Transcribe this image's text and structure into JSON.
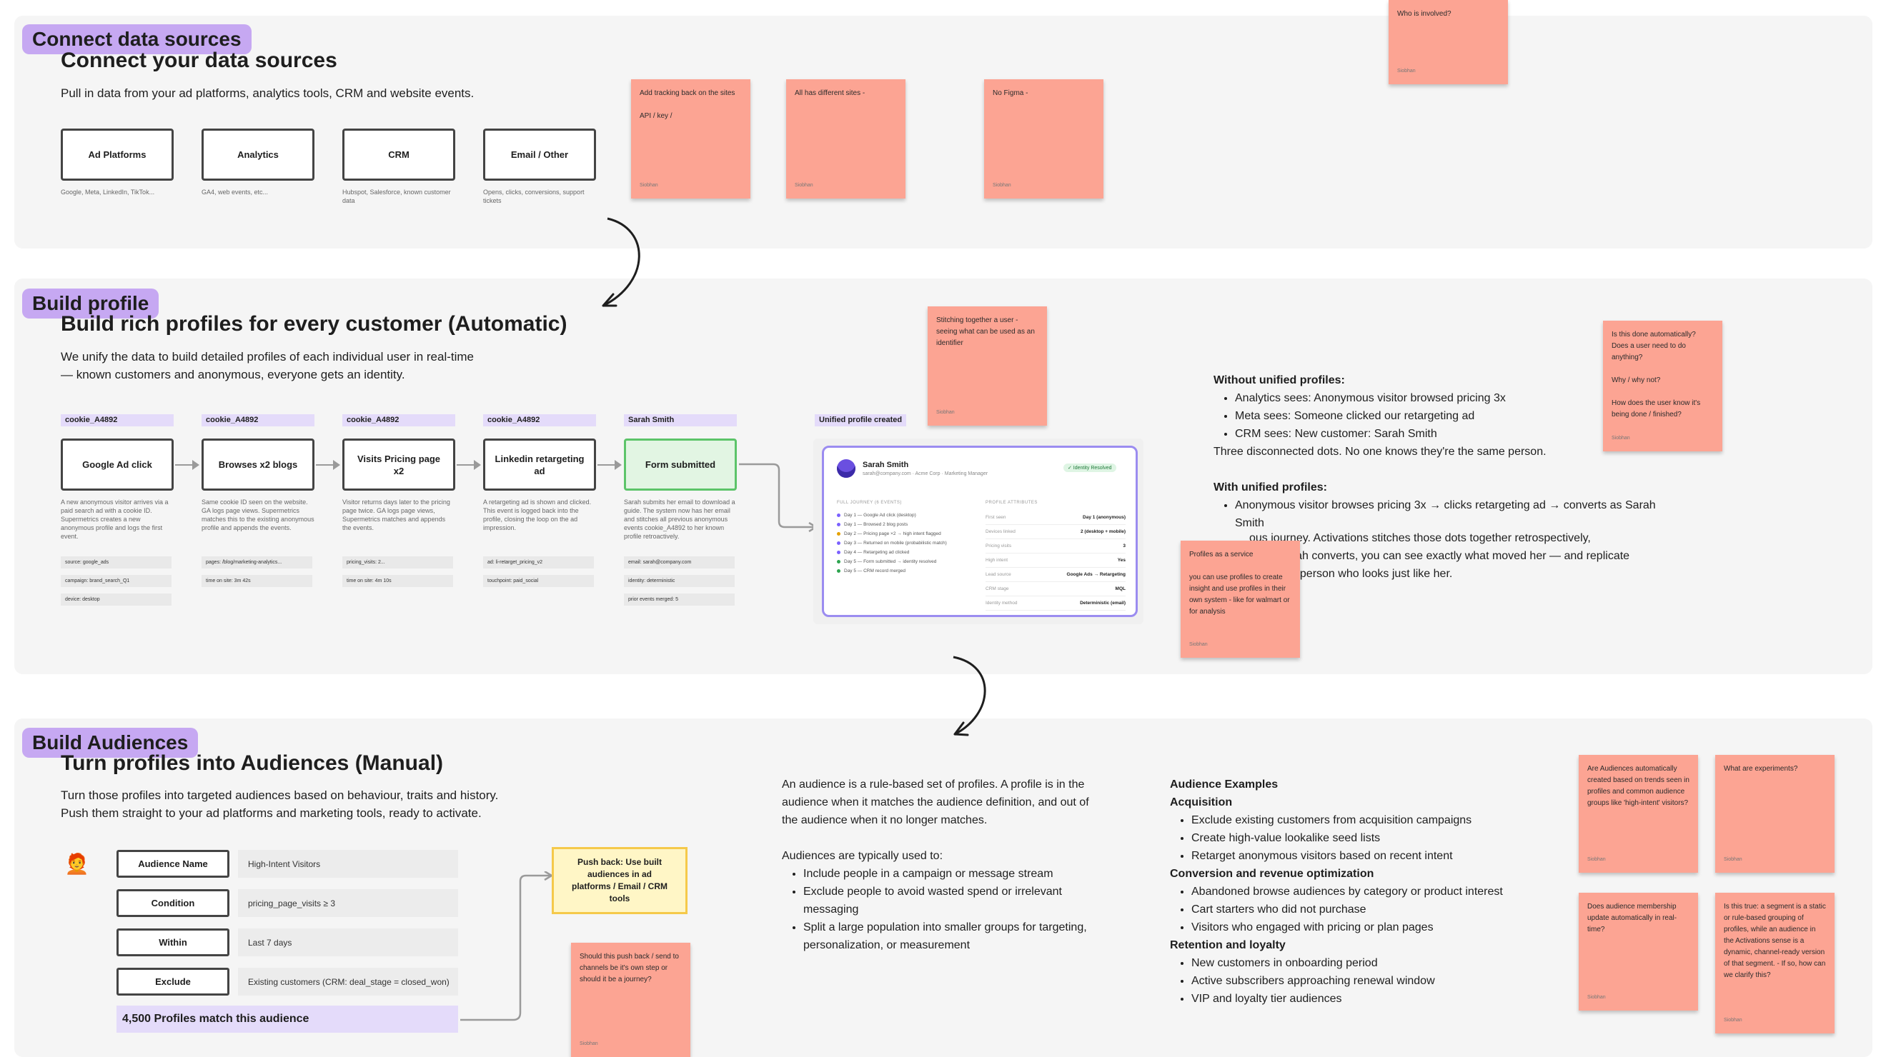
{
  "sections": {
    "connect": {
      "tag": "Connect data sources",
      "title": "Connect your data sources",
      "description": "Pull in data from your ad platforms, analytics tools, CRM and website events.",
      "sources": [
        {
          "label": "Ad Platforms",
          "sub": "Google, Meta, LinkedIn, TikTok..."
        },
        {
          "label": "Analytics",
          "sub": "GA4, web events, etc..."
        },
        {
          "label": "CRM",
          "sub": "Hubspot, Salesforce, known customer data"
        },
        {
          "label": "Email / Other",
          "sub": "Opens, clicks, conversions, support tickets"
        }
      ]
    },
    "build_profile": {
      "tag": "Build profile",
      "title": "Build rich profiles for every customer (Automatic)",
      "description": "We unify the data to build detailed profiles of each individual user in real-time — known customers and anonymous, everyone gets an identity.",
      "steps": [
        {
          "chip": "cookie_A4892",
          "label": "Google Ad click",
          "desc": "A new anonymous visitor arrives via a paid search ad with a cookie ID. Supermetrics creates a new anonymous profile and logs the first event.",
          "attrs": [
            "source: google_ads",
            "campaign: brand_search_Q1",
            "device: desktop"
          ]
        },
        {
          "chip": "cookie_A4892",
          "label": "Browses x2 blogs",
          "desc": "Same cookie ID seen on the website. GA logs page views. Supermetrics matches this to the existing anonymous profile and appends the events.",
          "attrs": [
            "pages: /blog/marketing-analytics...",
            "time on site: 3m 42s"
          ]
        },
        {
          "chip": "cookie_A4892",
          "label": "Visits Pricing page x2",
          "desc": "Visitor returns days later to the pricing page twice. GA logs page views, Supermetrics matches and appends the events.",
          "attrs": [
            "pricing_visits: 2...",
            "time on site: 4m 10s"
          ]
        },
        {
          "chip": "cookie_A4892",
          "label": "Linkedin retargeting ad",
          "desc": "A retargeting ad is shown and clicked. This event is logged back into the profile, closing the loop on the ad impression.",
          "attrs": [
            "ad: li-retarget_pricing_v2",
            "touchpoint: paid_social"
          ]
        },
        {
          "chip": "Sarah Smith",
          "label": "Form submitted",
          "desc": "Sarah submits her email to download a guide. The system now has her email and stitches all previous anonymous events cookie_A4892 to her known profile retroactively.",
          "attrs": [
            "email: sarah@company.com",
            "identity: deterministic",
            "prior events merged: 5"
          ]
        }
      ],
      "profile_card": {
        "chip": "Unified profile created",
        "name": "Sarah Smith",
        "subtitle": "sarah@company.com · Acme Corp · Marketing Manager",
        "badge": "✓ Identity Resolved",
        "journey_title": "FULL JOURNEY (6 EVENTS)",
        "journey": [
          {
            "text": "Day 1 — Google Ad click (desktop)",
            "color": "#7b61ff"
          },
          {
            "text": "Day 1 — Browsed 2 blog posts",
            "color": "#7b61ff"
          },
          {
            "text": "Day 2 — Pricing page ×2 → high intent flagged",
            "color": "#e5a100"
          },
          {
            "text": "Day 3 — Returned on mobile (probabilistic match)",
            "color": "#7b61ff"
          },
          {
            "text": "Day 4 — Retargeting ad clicked",
            "color": "#7b61ff"
          },
          {
            "text": "Day 5 — Form submitted → identity resolved",
            "color": "#2ea44f"
          },
          {
            "text": "Day 5 — CRM record merged",
            "color": "#2ea44f"
          }
        ],
        "attrs_title": "PROFILE ATTRIBUTES",
        "attributes": [
          {
            "k": "First seen",
            "v": "Day 1 (anonymous)"
          },
          {
            "k": "Devices linked",
            "v": "2 (desktop + mobile)"
          },
          {
            "k": "Pricing visits",
            "v": "3"
          },
          {
            "k": "High intent",
            "v": "Yes"
          },
          {
            "k": "Lead source",
            "v": "Google Ads → Retargeting"
          },
          {
            "k": "CRM stage",
            "v": "MQL"
          },
          {
            "k": "Identity method",
            "v": "Deterministic (email)"
          }
        ]
      },
      "without_title": "Without unified profiles:",
      "without_items": [
        "Analytics sees: Anonymous visitor browsed pricing 3x",
        "Meta sees: Someone clicked our retargeting ad",
        "CRM sees: New customer: Sarah Smith"
      ],
      "without_summary": "Three disconnected dots. No one knows they're the same person.",
      "with_title": "With unified profiles:",
      "with_items": [
        "Anonymous visitor browses pricing 3x → clicks retargeting ad → converts as Sarah Smith"
      ],
      "with_line1": "ous journey. Activations stitches those dots together retrospectively,",
      "with_line2": "he Sarah converts, you can see exactly what moved her — and replicate",
      "with_line3": "t person who looks just like her."
    },
    "audiences": {
      "tag": "Build Audiences",
      "title": "Turn profiles into Audiences (Manual)",
      "description": "Turn those profiles into targeted audiences based on behaviour, traits and history. Push them straight to your ad platforms and marketing tools, ready to activate.",
      "avatar_emoji": "🧑‍🦰",
      "fields": [
        {
          "label": "Audience Name",
          "value": "High-Intent Visitors"
        },
        {
          "label": "Condition",
          "value": "pricing_page_visits ≥ 3"
        },
        {
          "label": "Within",
          "value": "Last 7 days"
        },
        {
          "label": "Exclude",
          "value": "Existing customers (CRM: deal_stage = closed_won)"
        }
      ],
      "match_text": "4,500 Profiles match this audience",
      "push_back": "Push back: Use built audiences in ad platforms / Email / CRM tools",
      "definition": "An audience is a rule-based set of profiles. A profile is in the audience when it matches the audience definition, and out of the audience when it no longer matches.",
      "uses_title": "Audiences are typically used to:",
      "uses": [
        "Include people in a campaign or message stream",
        "Exclude people to avoid wasted spend or irrelevant messaging",
        "Split a large population into smaller groups for targeting, personalization, or measurement"
      ],
      "examples_title": "Audience Examples",
      "groups": [
        {
          "title": "Acquisition",
          "items": [
            "Exclude existing customers from acquisition campaigns",
            "Create high-value lookalike seed lists",
            "Retarget anonymous visitors based on recent intent"
          ]
        },
        {
          "title": "Conversion and revenue optimization",
          "items": [
            "Abandoned browse audiences by category or product interest",
            "Cart starters who did not purchase",
            "Visitors who engaged with pricing or plan pages"
          ]
        },
        {
          "title": "Retention and loyalty",
          "items": [
            "New customers in onboarding period",
            "Active subscribers approaching renewal window",
            "VIP and loyalty tier audiences"
          ]
        }
      ]
    }
  },
  "stickies": [
    {
      "id": "who",
      "text": "Who is involved?",
      "author": "Siobhan"
    },
    {
      "id": "tracking",
      "text": "Add tracking back on the sites\n\nAPI / key /",
      "author": "Siobhan"
    },
    {
      "id": "sites",
      "text": "All has different sites -",
      "author": "Siobhan"
    },
    {
      "id": "figma",
      "text": "No Figma -",
      "author": "Siobhan"
    },
    {
      "id": "stitching",
      "text": "Stitching together a user - seeing what can be used as an identifier",
      "author": "Siobhan"
    },
    {
      "id": "automatic",
      "text": "Is this done automatically? Does a user need to do anything?\n\nWhy / why not?\n\nHow does the user know it's being done / finished?",
      "author": "Siobhan"
    },
    {
      "id": "service",
      "text": "Profiles as a service\n\nyou can use profiles to create insight and use profiles in their own system - like for walmart or for analysis",
      "author": "Siobhan"
    },
    {
      "id": "pushback",
      "text": "Should this push back / send to channels be it's own step or should it be a journey?",
      "author": "Siobhan"
    },
    {
      "id": "auto-audiences",
      "text": "Are Audiences automatically created based on trends seen in profiles and common audience groups like 'high-intent' visitors?",
      "author": "Siobhan"
    },
    {
      "id": "experiments",
      "text": "What are experiments?",
      "author": "Siobhan"
    },
    {
      "id": "realtime",
      "text": "Does audience membership update automatically in real-time?",
      "author": "Siobhan"
    },
    {
      "id": "segment",
      "text": "Is this true: a segment is a static or rule-based grouping of profiles, while an audience in the Activations sense is a dynamic, channel-ready version of that segment. - If so, how can we clarify this?",
      "author": "Siobhan"
    }
  ]
}
